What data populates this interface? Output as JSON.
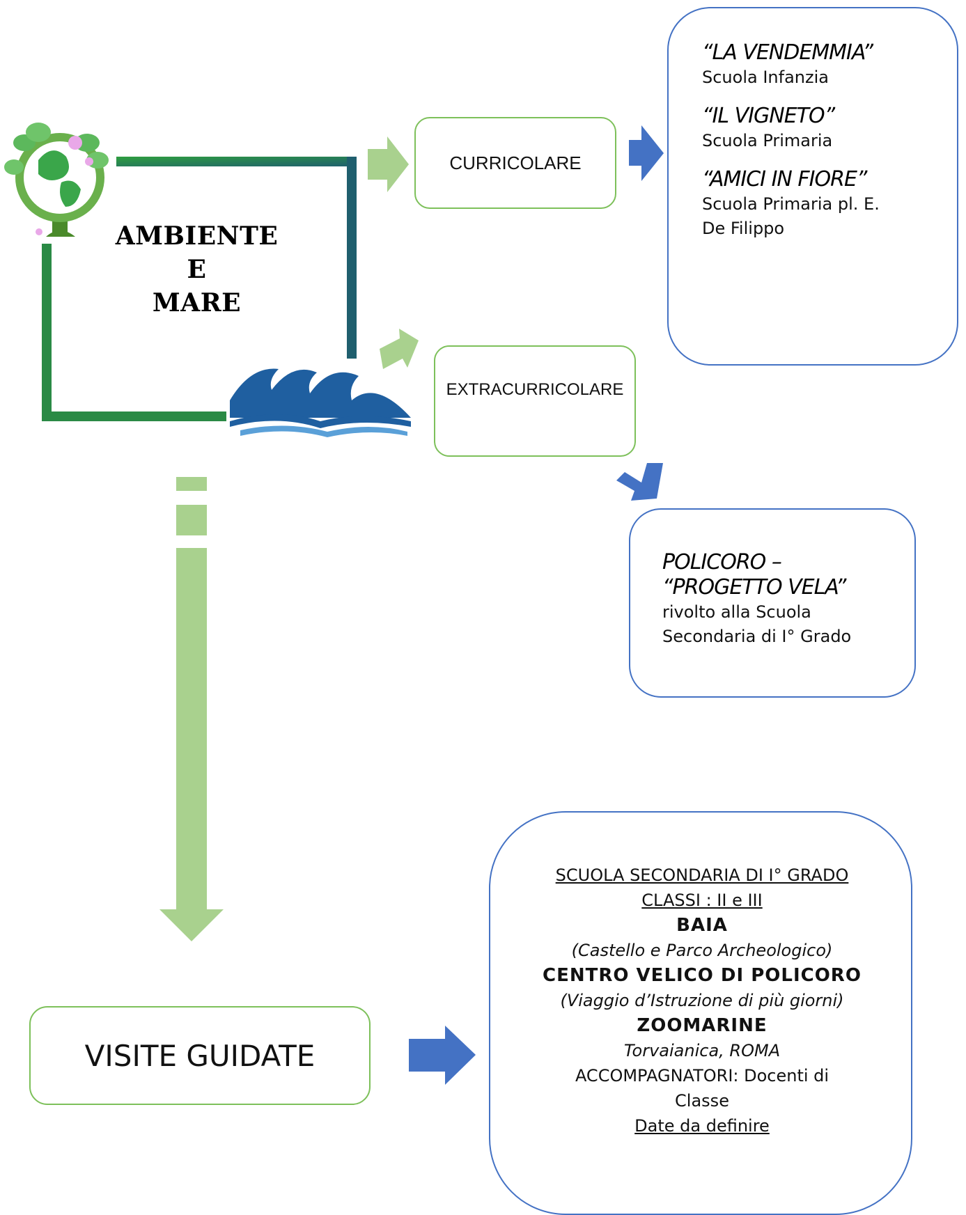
{
  "main": {
    "title_lines": [
      "AMBIENTE",
      "E",
      "MARE"
    ]
  },
  "branches": {
    "curricolare": "CURRICOLARE",
    "extracurricolare": "EXTRACURRICOLARE",
    "visite": "VISITE GUIDATE"
  },
  "curricolare_projects": [
    {
      "title": "“LA VENDEMMIA”",
      "sub": "Scuola Infanzia"
    },
    {
      "title": "“IL VIGNETO”",
      "sub": "Scuola Primaria"
    },
    {
      "title": "“AMICI IN FIORE”",
      "sub_lines": [
        "Scuola Primaria pl. E.",
        "De Filippo"
      ]
    }
  ],
  "extracurricolare_project": {
    "title_lines": [
      "POLICORO –",
      "“PROGETTO VELA”"
    ],
    "sub_lines": [
      "rivolto alla Scuola",
      "Secondaria di I° Grado"
    ]
  },
  "visite_box": {
    "line1": "SCUOLA SECONDARIA DI I° GRADO",
    "line2": "CLASSI : II e III",
    "dest1": "BAIA",
    "dest1_note": "(Castello e Parco Archeologico)",
    "dest2": "CENTRO VELICO DI POLICORO",
    "dest2_note": "(Viaggio d’Istruzione di più giorni)",
    "dest3": "ZOOMARINE",
    "dest3_note": "Torvaianica, ROMA",
    "companions_lines": [
      "ACCOMPAGNATORI: Docenti di",
      "Classe"
    ],
    "dates": "Date da definire"
  },
  "colors": {
    "green_accent": "#7dc05a",
    "arrow_green": "#a9d18e",
    "arrow_blue": "#4472c4",
    "frame_green": "#2e8b3a",
    "frame_teal": "#1f5f6e",
    "wave_blue": "#1f5fa0"
  },
  "icons": [
    "tree-globe-icon",
    "sea-waves-icon"
  ]
}
